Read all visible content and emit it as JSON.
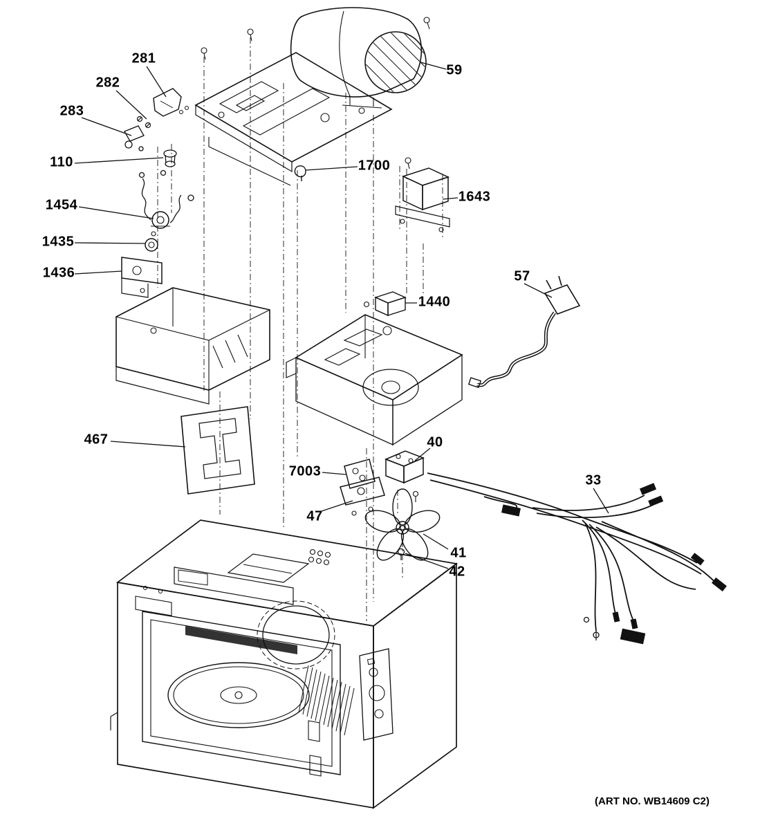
{
  "figure": {
    "art_no": "(ART NO. WB14609 C2)"
  },
  "callouts": [
    {
      "label": "281"
    },
    {
      "label": "282"
    },
    {
      "label": "283"
    },
    {
      "label": "110"
    },
    {
      "label": "1454"
    },
    {
      "label": "1435"
    },
    {
      "label": "1436"
    },
    {
      "label": "467"
    },
    {
      "label": "59"
    },
    {
      "label": "1700"
    },
    {
      "label": "1643"
    },
    {
      "label": "1440"
    },
    {
      "label": "57"
    },
    {
      "label": "40"
    },
    {
      "label": "7003"
    },
    {
      "label": "47"
    },
    {
      "label": "41"
    },
    {
      "label": "42"
    },
    {
      "label": "33"
    }
  ]
}
